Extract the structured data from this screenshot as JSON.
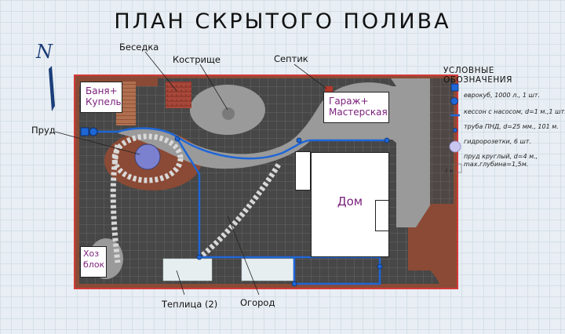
{
  "title": "ПЛАН СКРЫТОГО ПОЛИВА",
  "compass": {
    "label": "N"
  },
  "labels": {
    "gazebo": "Беседка",
    "firepit": "Кострище",
    "septic": "Септик",
    "pond": "Пруд",
    "greenhouse": "Теплица (2)",
    "garden": "Огород"
  },
  "buildings": {
    "bathhouse": "Баня+ Купель",
    "garage": "Гараж+ Мастерская",
    "house": "Дом",
    "utility": "Хоз блок"
  },
  "legend": {
    "heading": "УСЛОВНЫЕ ОБОЗНАЧЕНИЯ",
    "items": [
      {
        "icon": "blue-square-icon",
        "text": "еврокуб, 1000 л., 1 шт."
      },
      {
        "icon": "blue-circle-icon",
        "text": "кессон с насосом, d=1 м.,1 шт."
      },
      {
        "icon": "blue-line-icon",
        "text": "труба ПНД, d=25 мм., 101 м."
      },
      {
        "icon": "small-dot-icon",
        "text": "гидророзетки, 6 шт."
      },
      {
        "icon": "lilac-circle-icon",
        "text": "пруд круглый, d=4 м., max.глубина=1,5м."
      }
    ],
    "scale": "1 м."
  },
  "colors": {
    "boundary": "#d43a3a",
    "soil": "#8b4a35",
    "tile": "#4a4a4a",
    "path": "#9a9a9a",
    "pipe": "#1f66d6",
    "pond": "#7b80cf"
  }
}
